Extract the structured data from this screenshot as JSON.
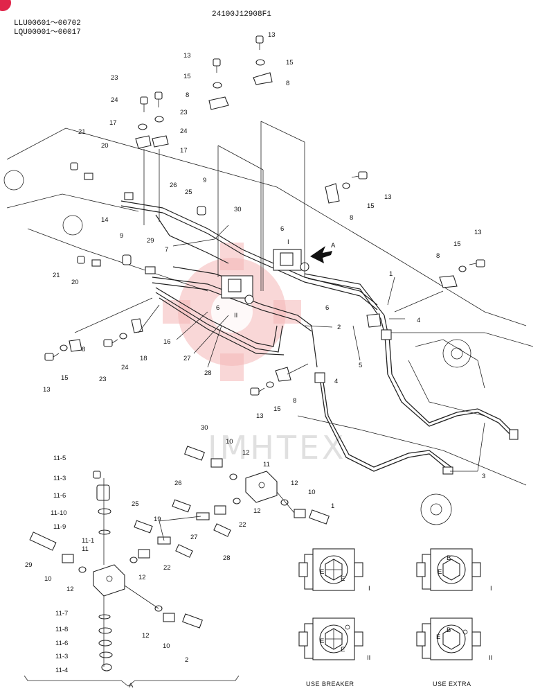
{
  "header": {
    "drawing_number": "24100J12908F1",
    "serial_range_1": "LLU00601～00702",
    "serial_range_2": "LQU00001～00017"
  },
  "watermark": {
    "text": "IMHTEX",
    "color": "#f4b7b7"
  },
  "callouts": {
    "c13a": "13",
    "c15a": "15",
    "c8a": "8",
    "c13b": "13",
    "c15b": "15",
    "c8b": "8",
    "c23a": "23",
    "c24a": "24",
    "c17a": "17",
    "c23b": "23",
    "c24b": "24",
    "c17b": "17",
    "c21a": "21",
    "c20a": "20",
    "c14": "14",
    "c26": "26",
    "c25": "25",
    "c9a": "9",
    "c30": "30",
    "c6a": "6",
    "c7": "7",
    "c29": "29",
    "c9b": "9",
    "c21b": "21",
    "c20b": "20",
    "c6b": "6",
    "c6c": "6",
    "cI_top": "I",
    "cII": "II",
    "cA": "A",
    "c1": "1",
    "c4a": "4",
    "c2": "2",
    "c5": "5",
    "c4b": "4",
    "c13c": "13",
    "c15c": "15",
    "c8c": "8",
    "c13d": "13",
    "c15d": "15",
    "c8d": "8",
    "c8e": "8",
    "c23c": "23",
    "c24c": "24",
    "c18": "18",
    "c16": "16",
    "c27": "27",
    "c28": "28",
    "c13e": "13",
    "c15e": "15",
    "c8f": "8",
    "c3": "3"
  },
  "detail_A": {
    "label": "A",
    "c30": "30",
    "c10a": "10",
    "c12a": "12",
    "c11": "11",
    "c12b": "12",
    "c10b": "10",
    "c1": "1",
    "c12c": "12",
    "c22a": "22",
    "c26": "26",
    "c19": "19",
    "c25": "25",
    "c27": "27",
    "c28": "28",
    "c22b": "22",
    "c11_5": "11-5",
    "c11_3a": "11-3",
    "c11_6a": "11-6",
    "c11_10": "11-10",
    "c11_9": "11-9",
    "c11_1": "11-1",
    "c11b": "11",
    "c29": "29",
    "c10c": "10",
    "c12d": "12",
    "c12e": "12",
    "c11_7": "11-7",
    "c11_8": "11-8",
    "c11_6b": "11-6",
    "c11_3b": "11-3",
    "c11_4": "11-4",
    "c12f": "12",
    "c10d": "10",
    "c2": "2"
  },
  "valve_views": {
    "use_breaker": "USE BREAKER",
    "use_extra": "USE EXTRA",
    "roman_I_left": "I",
    "roman_I_right": "I",
    "roman_II_left": "II",
    "roman_II_right": "II",
    "port_B": "B",
    "port_E": "E"
  }
}
